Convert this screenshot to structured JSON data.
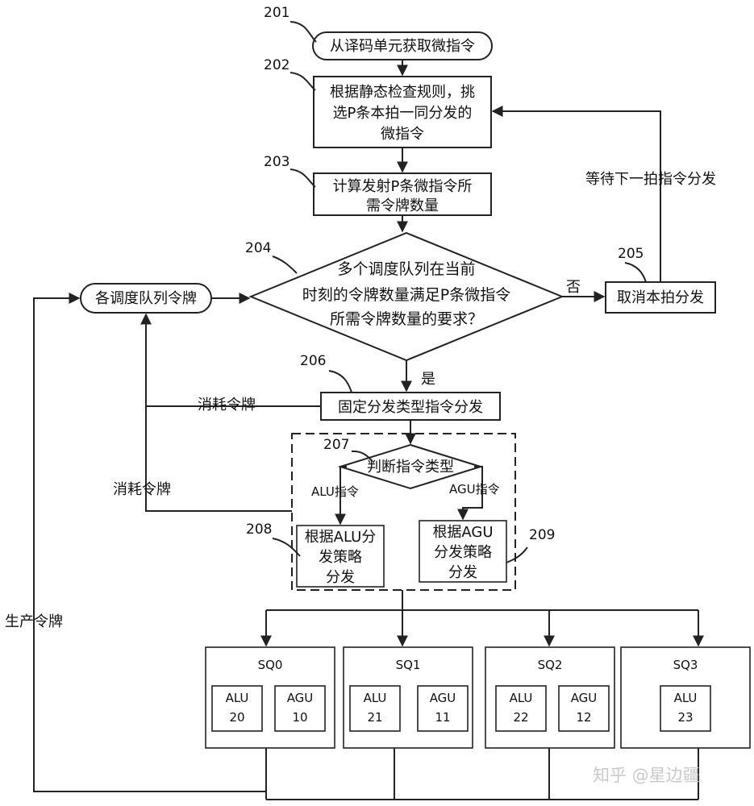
{
  "steps": {
    "s201": {
      "num": "201",
      "text": "从译码单元获取微指令"
    },
    "s202": {
      "num": "202",
      "lines": [
        "根据静态检查规则，挑",
        "选P条本拍一同分发的",
        "微指令"
      ]
    },
    "s203": {
      "num": "203",
      "lines": [
        "计算发射P条微指令所",
        "需令牌数量"
      ]
    },
    "s204": {
      "num": "204",
      "lines": [
        "多个调度队列在当前",
        "时刻的令牌数量满足P条微指令",
        "所需令牌数量的要求？"
      ]
    },
    "s205": {
      "num": "205",
      "text": "取消本拍分发"
    },
    "s206": {
      "num": "206",
      "text": "固定分发类型指令分发"
    },
    "s207": {
      "num": "207",
      "text": "判断指令类型"
    },
    "s208": {
      "num": "208",
      "lines": [
        "根据ALU分",
        "发策略",
        "分发"
      ]
    },
    "s209": {
      "num": "209",
      "lines": [
        "根据AGU",
        "分发策略",
        "分发"
      ]
    }
  },
  "token_node": "各调度队列令牌",
  "labels": {
    "no": "否",
    "yes": "是",
    "wait": "等待下一拍指令分发",
    "consume1": "消耗令牌",
    "consume2": "消耗令牌",
    "produce": "生产令牌",
    "alu_branch": "ALU指令",
    "agu_branch": "AGU指令"
  },
  "queues": [
    {
      "name": "SQ0",
      "units": [
        [
          "ALU",
          "20"
        ],
        [
          "AGU",
          "10"
        ]
      ]
    },
    {
      "name": "SQ1",
      "units": [
        [
          "ALU",
          "21"
        ],
        [
          "AGU",
          "11"
        ]
      ]
    },
    {
      "name": "SQ2",
      "units": [
        [
          "ALU",
          "22"
        ],
        [
          "AGU",
          "12"
        ]
      ]
    },
    {
      "name": "SQ3",
      "units": [
        [
          "ALU",
          "23"
        ]
      ]
    }
  ],
  "watermark": "知乎 @星边疆"
}
